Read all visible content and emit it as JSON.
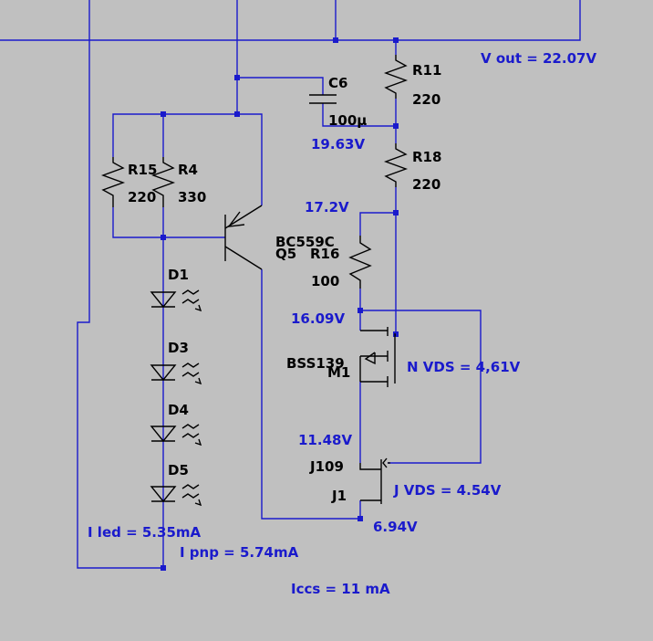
{
  "colors": {
    "background": "#c0c0c0",
    "wire": "#1a1acc",
    "component": "#000000",
    "net_label": "#1a1acc"
  },
  "components": {
    "c6": {
      "ref": "C6",
      "value": "100µ"
    },
    "r11": {
      "ref": "R11",
      "value": "220"
    },
    "r18": {
      "ref": "R18",
      "value": "220"
    },
    "r15": {
      "ref": "R15",
      "value": "220"
    },
    "r4": {
      "ref": "R4",
      "value": "330"
    },
    "r16": {
      "ref": "R16",
      "value": "100"
    },
    "q5": {
      "ref": "Q5",
      "model": "BC559C"
    },
    "m1": {
      "ref": "M1",
      "model": "BSS139"
    },
    "j1": {
      "ref": "J1",
      "model": "J109"
    },
    "d1": {
      "ref": "D1"
    },
    "d3": {
      "ref": "D3"
    },
    "d4": {
      "ref": "D4"
    },
    "d5": {
      "ref": "D5"
    }
  },
  "labels": {
    "vout": "V out = 22.07V",
    "v1963": "19.63V",
    "v172": "17.2V",
    "v1609": "16.09V",
    "n_vds": "N VDS = 4,61V",
    "v1148": "11.48V",
    "j_vds": "J VDS = 4.54V",
    "v694": "6.94V",
    "i_led": "I led = 5.35mA",
    "i_pnp": "I pnp = 5.74mA",
    "iccs": "Iccs = 11 mA"
  }
}
